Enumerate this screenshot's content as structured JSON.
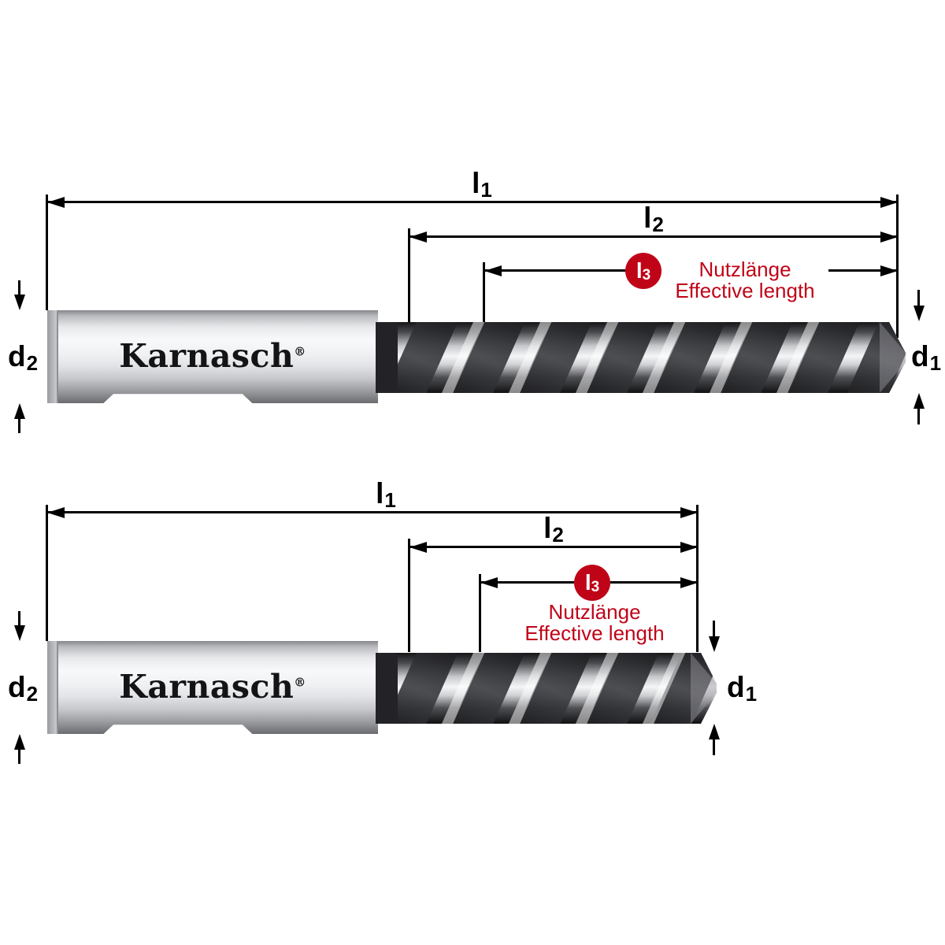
{
  "brand": {
    "wordmark": "Karnasch",
    "registered_mark": "®"
  },
  "colors": {
    "accent_red": "#C00418",
    "line_black": "#000000"
  },
  "dimension_labels": {
    "l1": {
      "symbol": "l",
      "subscript": "1"
    },
    "l2": {
      "symbol": "l",
      "subscript": "2"
    },
    "l3": {
      "symbol": "l",
      "subscript": "3"
    },
    "d1": {
      "symbol": "d",
      "subscript": "1"
    },
    "d2": {
      "symbol": "d",
      "subscript": "2"
    }
  },
  "annotations": {
    "nutzlaenge_de": "Nutzlänge",
    "nutzlaenge_en": "Effective length"
  }
}
